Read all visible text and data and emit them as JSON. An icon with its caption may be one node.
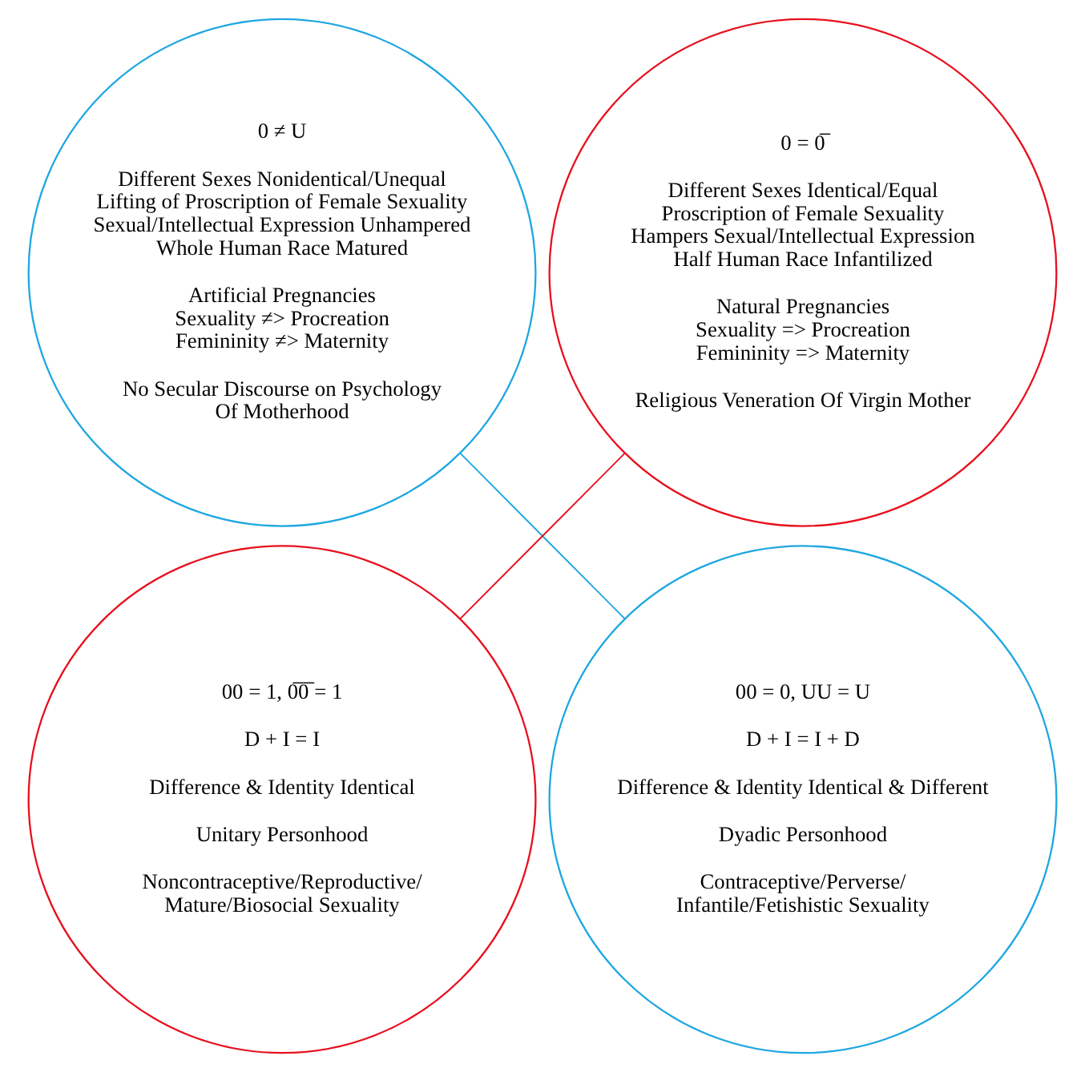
{
  "diagram": {
    "nodes": [
      {
        "text": [
          "0 ≠ U",
          "Different Sexes Nonidentical/Unequal",
          "Lifting of Proscription of Female Sexuality",
          "Sexual/Intellectual Expression Unhampered",
          "Whole Human Race Matured",
          "Artificial Pregnancies",
          "Sexuality ≠> Procreation",
          "Femininity ≠> Maternity",
          "No Secular Discourse on Psychology Of Motherhood"
        ]
      },
      {
        "text": [
          "0 = 0̅",
          "Different Sexes Identical/Equal",
          "Proscription of Female Sexuality",
          "Hampers Sexual/Intellectual Expression",
          "Half Human Race Infantilized",
          "Natural Pregnancies",
          "Sexuality => Procreation",
          "Femininity => Maternity",
          "Religious Veneration Of Virgin Mother"
        ]
      },
      {
        "text": [
          "00 = 1, 0̅0̅ = 1",
          "D + I = I",
          "Difference & Identity Identical",
          "Unitary Personhood",
          "Noncontraceptive/Reproductive/ Mature/Biosocial Sexuality"
        ]
      },
      {
        "text": [
          "00 = 0, UU = U",
          "D + I = I + D",
          "Difference & Identity Identical & Different",
          "Dyadic Personhood",
          "Contraceptive/Perverse/ Infantile/Fetishistic Sexuality"
        ]
      }
    ],
    "edges": [
      {
        "from": 0,
        "to": 3,
        "arrow": "none",
        "color": "#1ea7e1"
      },
      {
        "from": 1,
        "to": 2,
        "arrow": "none",
        "color": "#e8101e"
      }
    ]
  }
}
